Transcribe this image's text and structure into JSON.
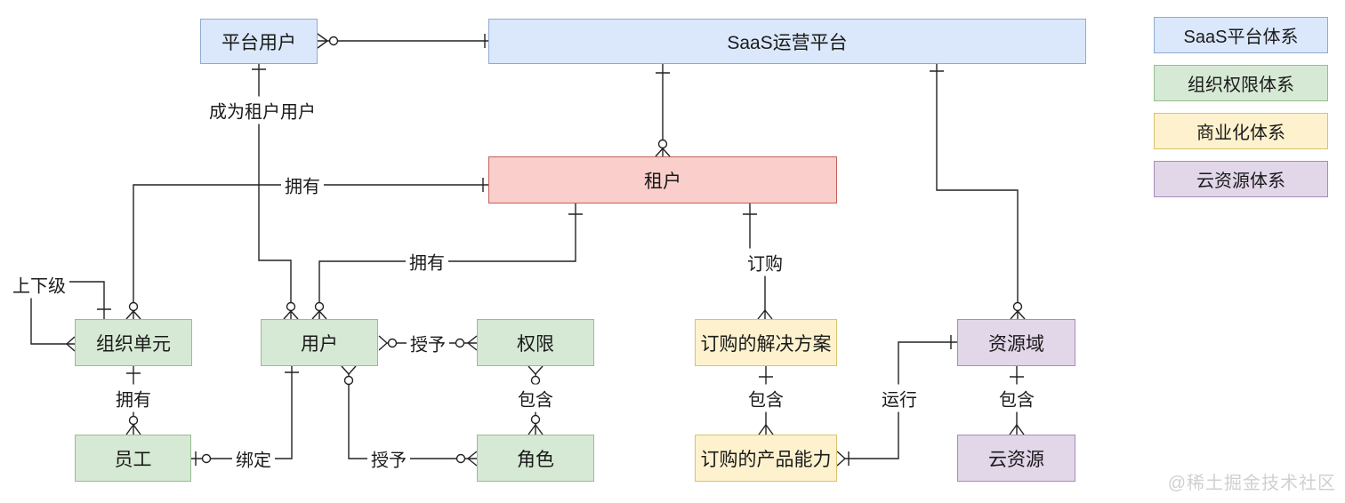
{
  "diagram": {
    "entities": {
      "platform_user": {
        "label": "平台用户"
      },
      "saas_platform": {
        "label": "SaaS运营平台"
      },
      "tenant": {
        "label": "租户"
      },
      "org_unit": {
        "label": "组织单元"
      },
      "user": {
        "label": "用户"
      },
      "permission": {
        "label": "权限"
      },
      "subscribed_solution": {
        "label": "订购的解决方案"
      },
      "resource_domain": {
        "label": "资源域"
      },
      "employee": {
        "label": "员工"
      },
      "role": {
        "label": "角色"
      },
      "subscribed_product": {
        "label": "订购的产品能力"
      },
      "cloud_resource": {
        "label": "云资源"
      }
    },
    "edge_labels": {
      "become_tenant_user": "成为租户用户",
      "tenant_own_org": "拥有",
      "tenant_own_user": "拥有",
      "subscribe": "订购",
      "hierarchy": "上下级",
      "org_own_employee": "拥有",
      "grant_permission": "授予",
      "contain_role": "包含",
      "bind": "绑定",
      "grant_role": "授予",
      "contain_product": "包含",
      "run": "运行",
      "contain_cloud": "包含"
    },
    "legend": {
      "items": [
        {
          "label": "SaaS平台体系",
          "fill": "#dbe8fb",
          "border": "#8faad2"
        },
        {
          "label": "组织权限体系",
          "fill": "#d6e9d4",
          "border": "#97bd8f"
        },
        {
          "label": "商业化体系",
          "fill": "#fdf2cd",
          "border": "#d9c36b"
        },
        {
          "label": "云资源体系",
          "fill": "#e2d6e9",
          "border": "#a98bbc"
        }
      ]
    },
    "watermark": "@稀土掘金技术社区",
    "colors": {
      "tenant_fill": "#f9cecb",
      "tenant_border": "#c4615c",
      "line": "#222222",
      "text": "#1a1a1a",
      "watermark_text": "#d0d0d0",
      "background": "#ffffff"
    }
  }
}
